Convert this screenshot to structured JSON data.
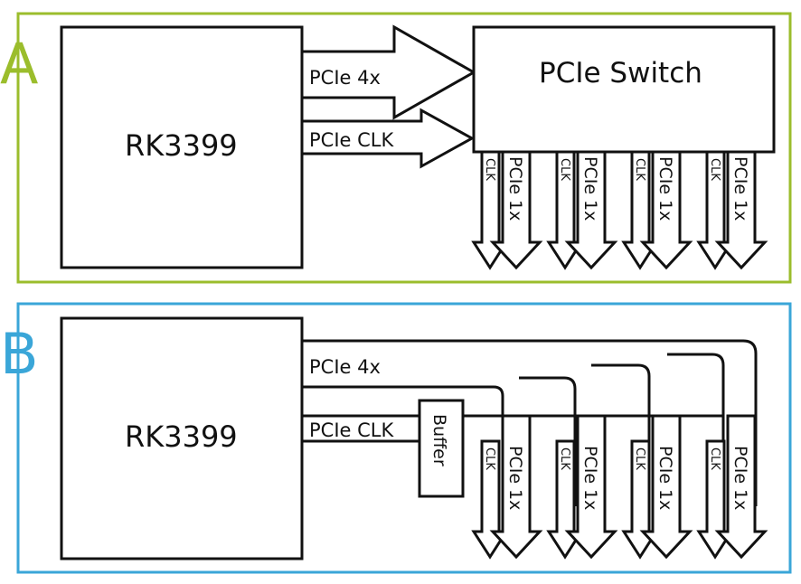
{
  "panels": [
    {
      "letter": "A",
      "color": "#9bbd2c",
      "soc_label": "RK3399",
      "bus_label": "PCIe 4x",
      "clk_label": "PCIe CLK",
      "switch_label": "PCIe Switch",
      "out_clk_label": "CLK",
      "out_bus_label": "PCIe 1x"
    },
    {
      "letter": "B",
      "color": "#3aa6d8",
      "soc_label": "RK3399",
      "bus_label": "PCIe 4x",
      "clk_label": "PCIe CLK",
      "buffer_label": "Buffer",
      "out_clk_label": "CLK",
      "out_bus_label": "PCIe 1x"
    }
  ]
}
